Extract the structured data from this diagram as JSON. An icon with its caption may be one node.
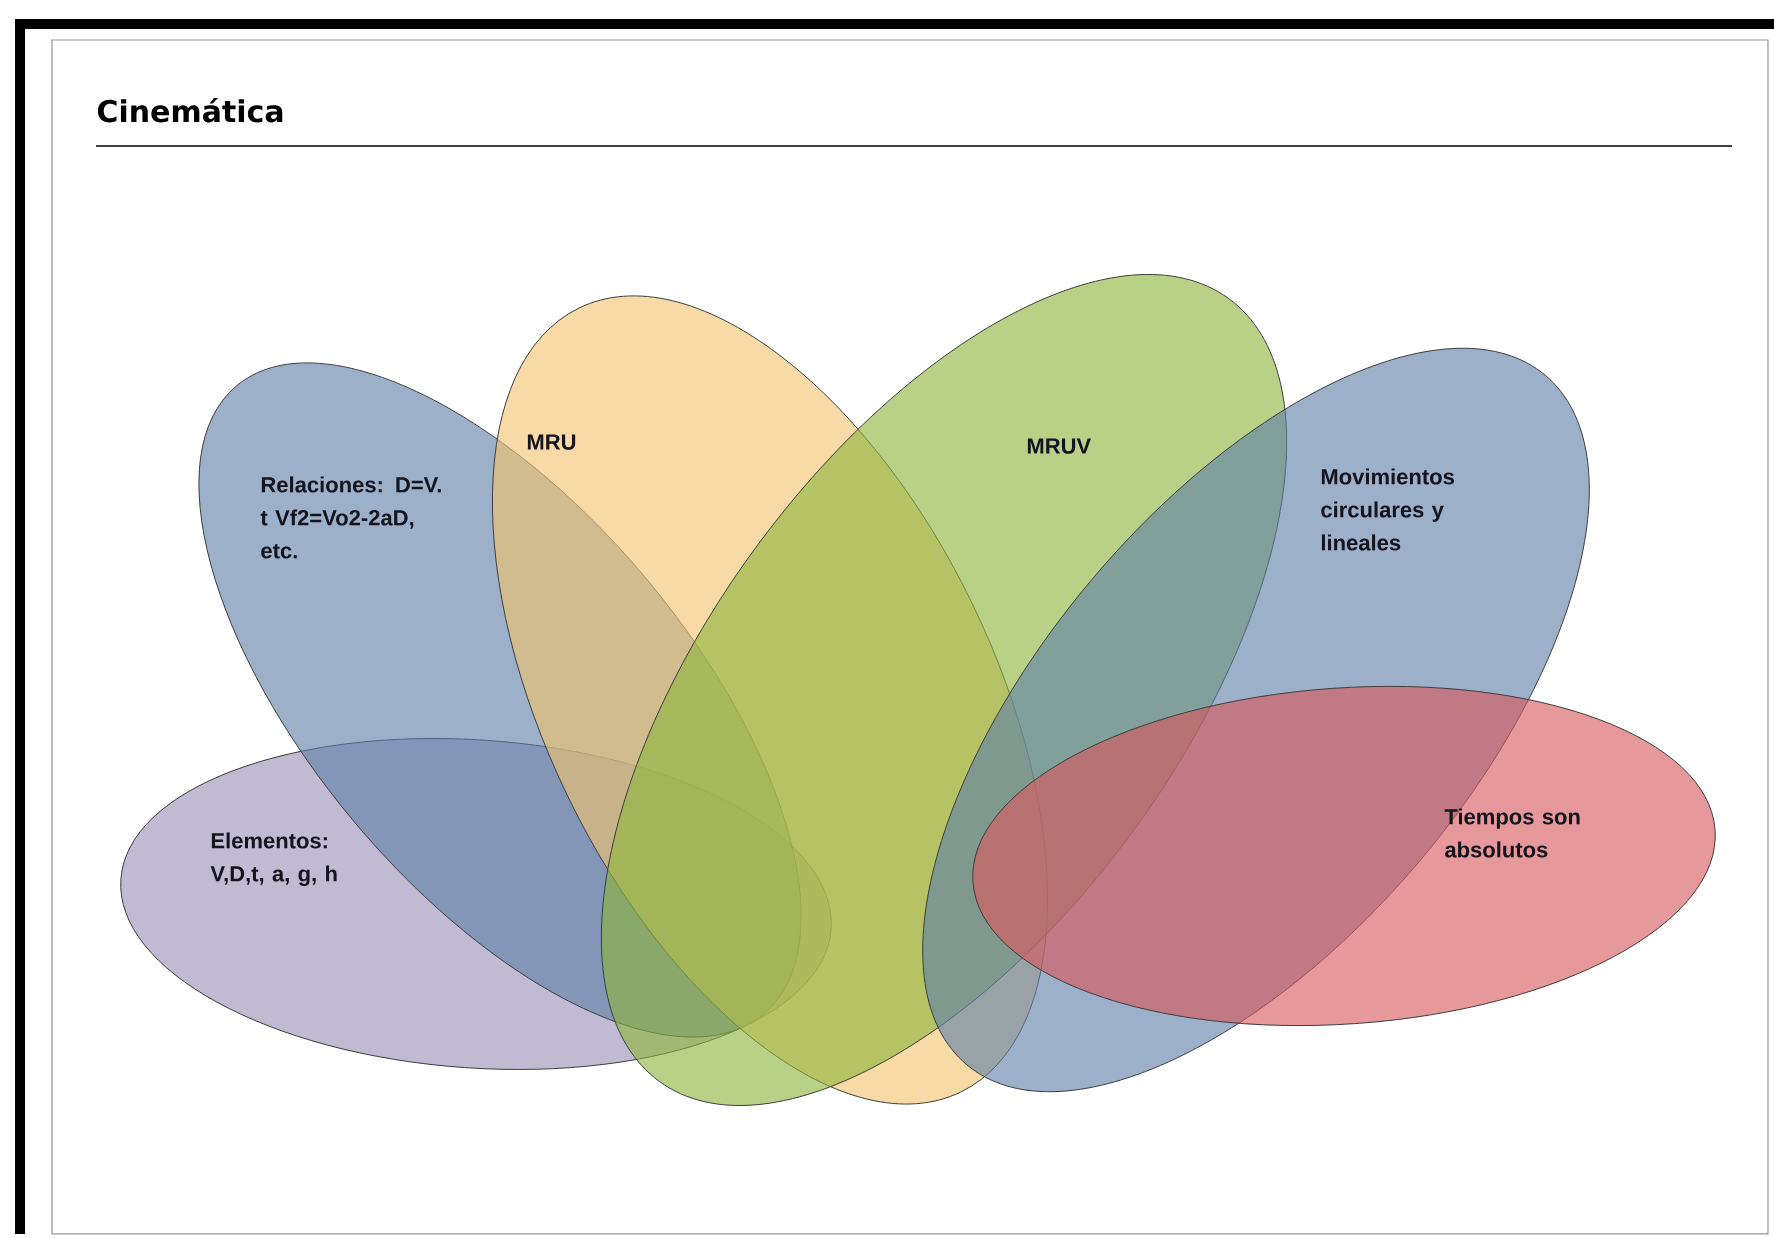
{
  "diagram": {
    "title": "Cinemática",
    "nodes": [
      {
        "text": [
          "Relaciones: D=V. t Vf2=Vo2-2aD, etc."
        ]
      },
      {
        "text": [
          "MRU"
        ]
      },
      {
        "text": [
          "MRUV"
        ]
      },
      {
        "text": [
          "Movimientos circulares y lineales"
        ]
      },
      {
        "text": [
          "Elementos: V,D,t, a, g, h"
        ]
      },
      {
        "text": [
          "Tiempos son absolutos"
        ]
      }
    ]
  }
}
